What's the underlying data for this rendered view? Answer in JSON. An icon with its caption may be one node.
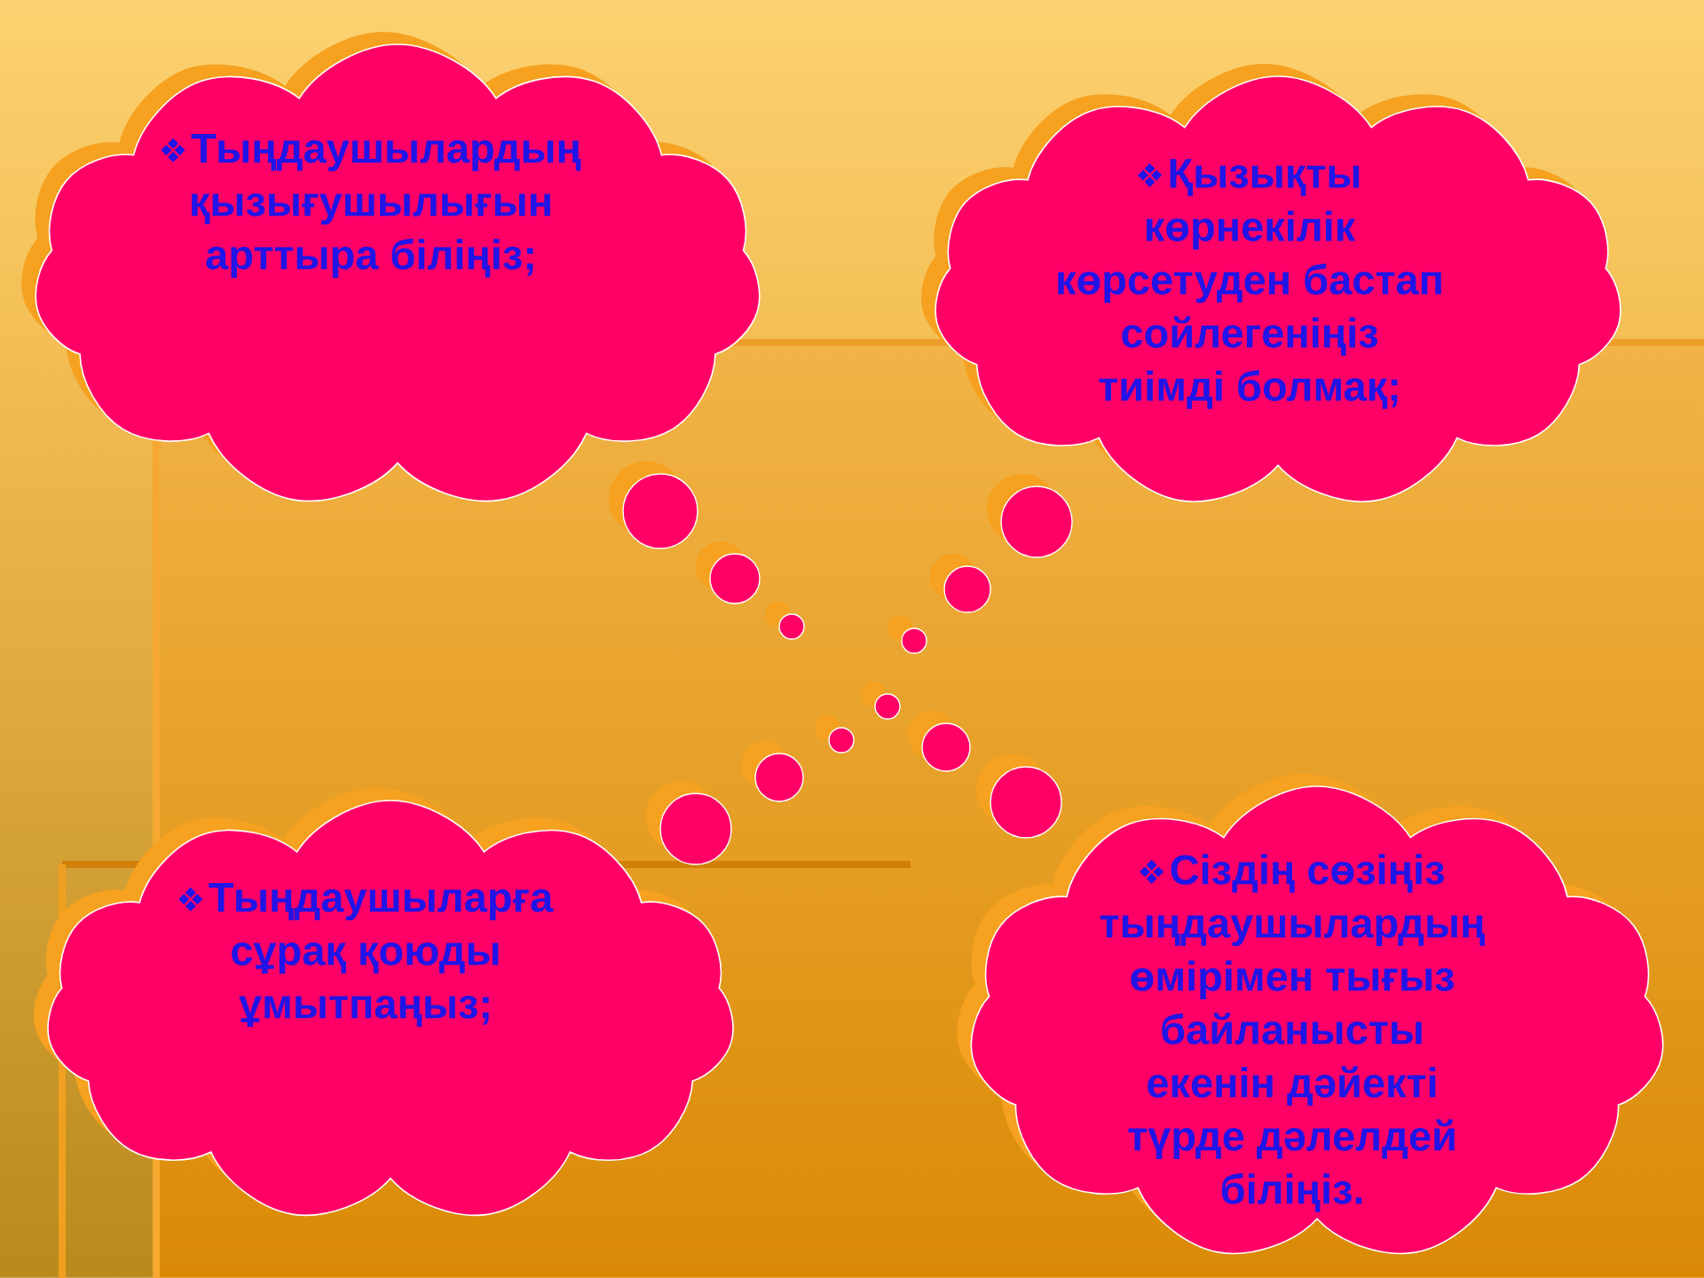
{
  "diagram": {
    "nodes": [
      {
        "text": [
          "Тыңдаушылардың қызығушылығын арттыра біліңіз;"
        ]
      },
      {
        "text": [
          "Қызықты көрнекілік көрсетуден бастап сойлегеніңіз тиімді болмақ;"
        ]
      },
      {
        "text": [
          "Тыңдаушыларға сұрақ қоюды ұмытпаңыз;"
        ]
      },
      {
        "text": [
          "Сіздің сөзіңіз тыңдаушылардың өмірімен тығыз байланысты екенін дәйекті түрде дәлелдей біліңіз."
        ]
      }
    ]
  }
}
